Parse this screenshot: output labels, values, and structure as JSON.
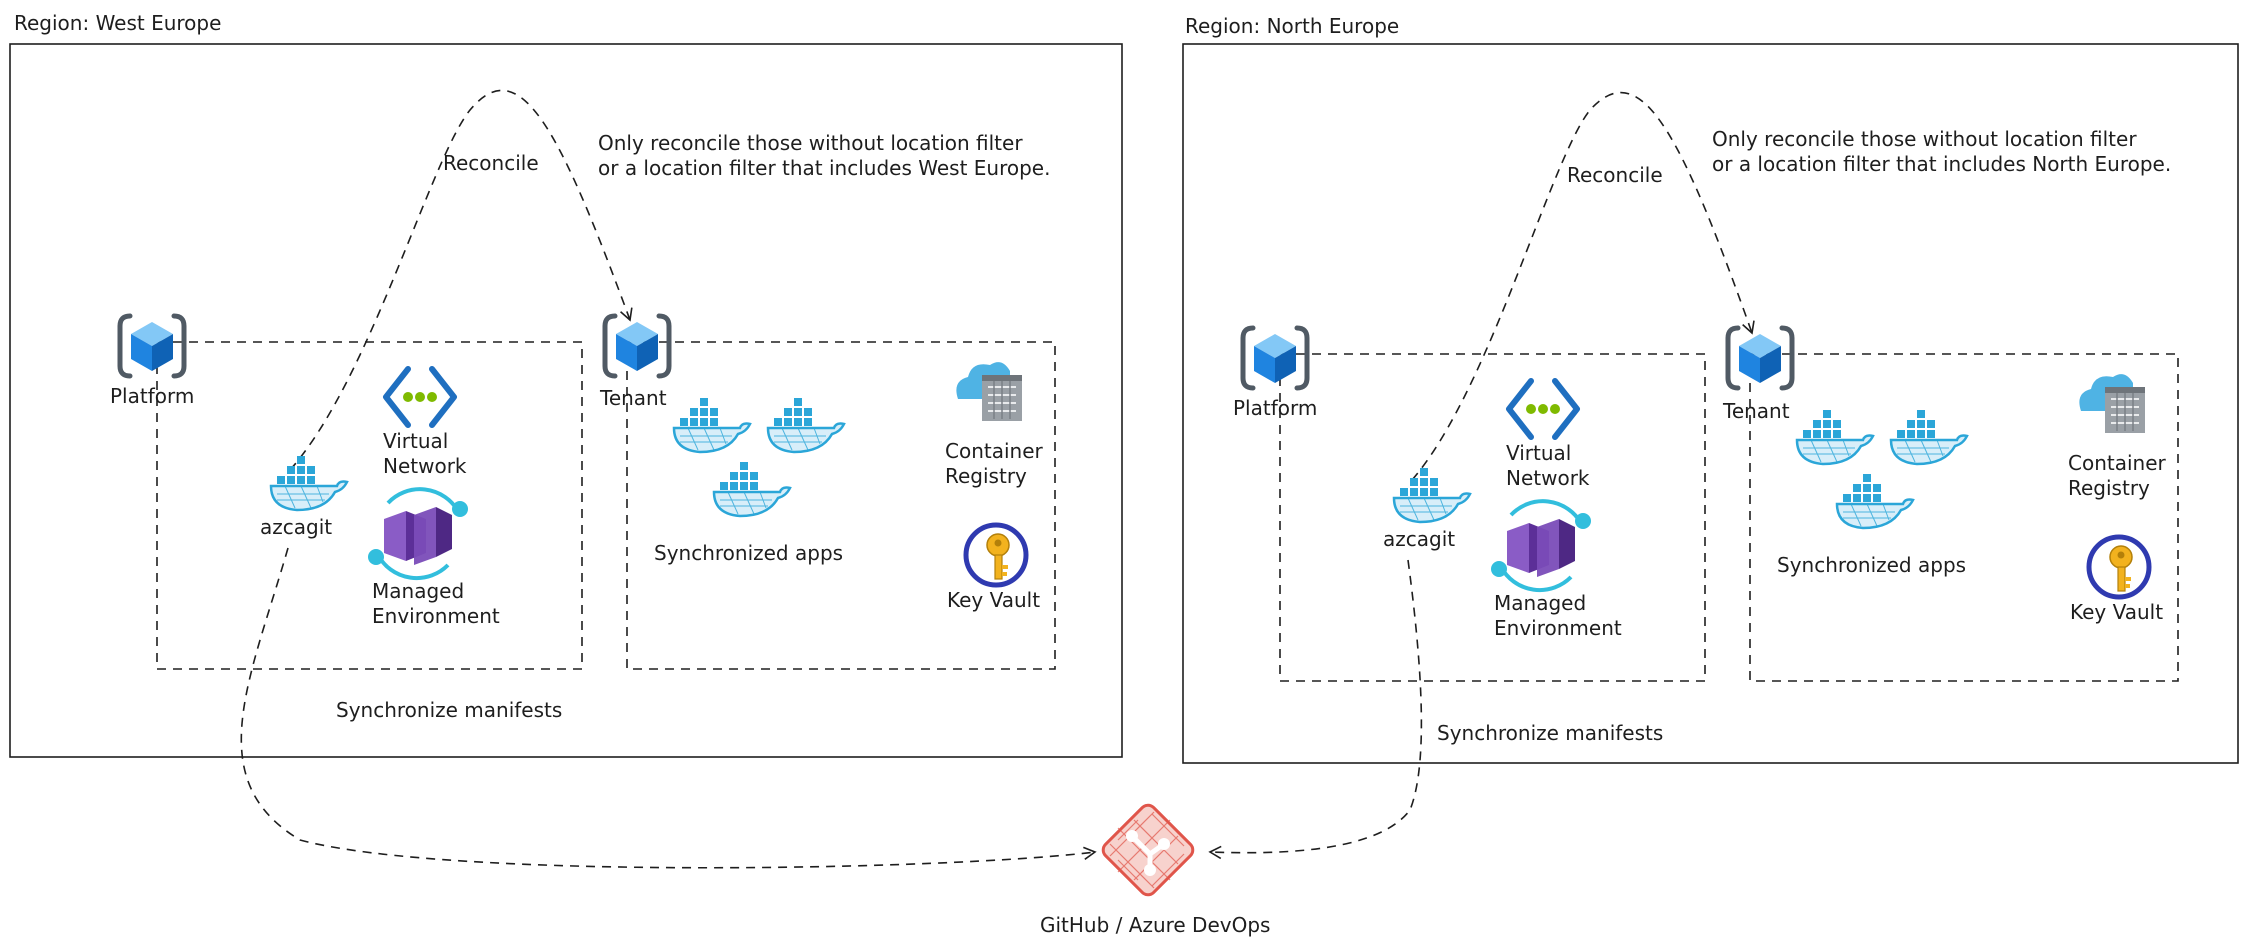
{
  "regions": [
    {
      "title": "Region: West Europe",
      "note_line1": "Only reconcile those without location filter",
      "note_line2": "or a location filter that includes West Europe.",
      "reconcile": "Reconcile",
      "platform": "Platform",
      "tenant": "Tenant",
      "azcagit": "azcagit",
      "vnet_line1": "Virtual",
      "vnet_line2": "Network",
      "managed_line1": "Managed",
      "managed_line2": "Environment",
      "sync_apps": "Synchronized apps",
      "registry_line1": "Container",
      "registry_line2": "Registry",
      "keyvault": "Key Vault",
      "sync_manifests": "Synchronize manifests"
    },
    {
      "title": "Region: North Europe",
      "note_line1": "Only reconcile those without location filter",
      "note_line2": "or a location filter that includes North Europe.",
      "reconcile": "Reconcile",
      "platform": "Platform",
      "tenant": "Tenant",
      "azcagit": "azcagit",
      "vnet_line1": "Virtual",
      "vnet_line2": "Network",
      "managed_line1": "Managed",
      "managed_line2": "Environment",
      "sync_apps": "Synchronized apps",
      "registry_line1": "Container",
      "registry_line2": "Registry",
      "keyvault": "Key Vault",
      "sync_manifests": "Synchronize manifests"
    }
  ],
  "git": {
    "label": "GitHub / Azure DevOps"
  },
  "icons": [
    "cube-icon",
    "docker-whale-icon",
    "virtual-network-icon",
    "managed-environment-icon",
    "container-registry-icon",
    "key-vault-icon",
    "git-icon"
  ],
  "colors": {
    "line": "#1e1e1e",
    "azure_blue": "#1f84e0",
    "docker": "#2ba6d8",
    "purple": "#6b3fa0",
    "git_red": "#e0554a",
    "key_gold": "#f2b21e"
  }
}
